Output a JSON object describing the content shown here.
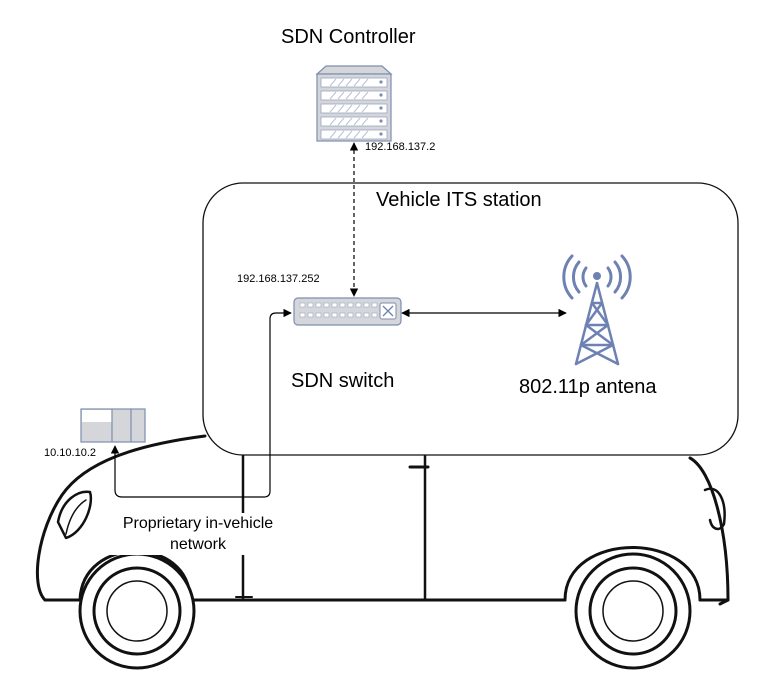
{
  "controller": {
    "title": "SDN Controller",
    "ip": "192.168.137.2"
  },
  "station": {
    "title": "Vehicle ITS station"
  },
  "switch": {
    "label": "SDN switch",
    "ip": "192.168.137.252"
  },
  "antenna": {
    "label": "802.11p antena"
  },
  "device": {
    "ip": "10.10.10.2"
  },
  "network": {
    "line1": "Proprietary in-vehicle",
    "line2": "network"
  },
  "colors": {
    "icon_fill": "#d4d6da",
    "icon_stroke": "#7d8eb0",
    "antenna": "#6d82b2",
    "line": "#000000"
  }
}
